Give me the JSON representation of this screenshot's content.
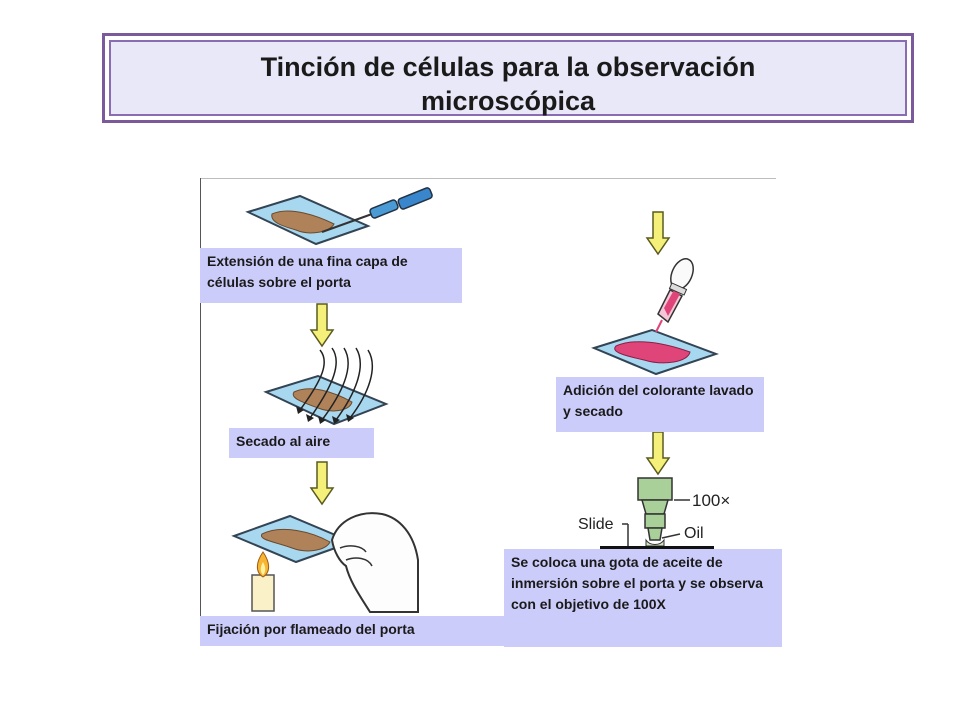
{
  "title": {
    "line1": "Tinción de células para  la observación",
    "line2": "microscópica"
  },
  "steps": {
    "extension": "Extensión de una fina capa de células sobre el porta",
    "secado": "Secado al aire",
    "fijacion": "Fijación por flameado del porta",
    "colorante": "Adición del colorante lavado y secado",
    "aceite": "Se coloca una gota de aceite de inmersión sobre el porta y se observa con el objetivo de 100X"
  },
  "microscope": {
    "magnification_label": "100×",
    "slide_label": "Slide",
    "oil_label": "Oil"
  },
  "colors": {
    "arrow_fill": "#f5f07a",
    "arrow_stroke": "#5a5a20",
    "slide": "#a8d8f0",
    "smear": "#b0825a",
    "stain": "#e0457a",
    "label_bg": "#ccccfb",
    "title_border": "#7a5a9a"
  }
}
